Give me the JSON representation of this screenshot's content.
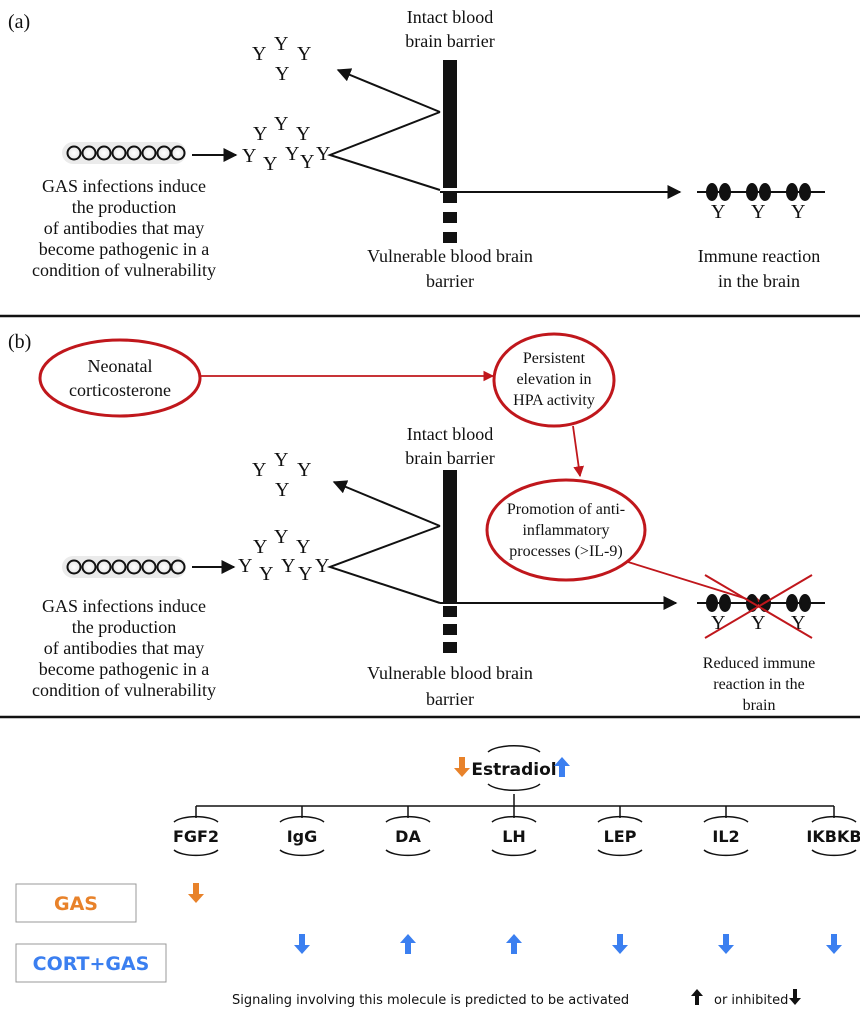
{
  "panel_a": {
    "label": "(a)",
    "barrier_top": [
      "Intact blood",
      "brain barrier"
    ],
    "barrier_bottom": [
      "Vulnerable blood brain",
      "barrier"
    ],
    "gas_text": [
      "GAS infections induce",
      "the production",
      "of antibodies that may",
      "become pathogenic in a",
      "condition of vulnerability"
    ],
    "immune_text": [
      "Immune reaction",
      "in the brain"
    ]
  },
  "panel_b": {
    "label": "(b)",
    "neonatal": [
      "Neonatal",
      "corticosterone"
    ],
    "persistent": [
      "Persistent",
      "elevation in",
      "HPA activity"
    ],
    "promotion": [
      "Promotion of anti-",
      "inflammatory",
      "processes (>IL-9)"
    ],
    "barrier_top": [
      "Intact blood",
      "brain barrier"
    ],
    "barrier_bottom": [
      "Vulnerable blood brain",
      "barrier"
    ],
    "gas_text": [
      "GAS infections induce",
      "the production",
      "of antibodies that may",
      "become pathogenic in a",
      "condition of vulnerability"
    ],
    "reduced_text": [
      "Reduced immune",
      "reaction in the",
      "brain"
    ]
  },
  "panel_c": {
    "root": "Estradiol",
    "root_left_arrow": "down",
    "root_right_arrow": "up",
    "molecules": [
      "FGF2",
      "IgG",
      "DA",
      "LH",
      "LEP",
      "IL2",
      "IKBKB"
    ],
    "rows": [
      {
        "label": "GAS",
        "color": "#e8822a",
        "values": [
          "down",
          null,
          null,
          null,
          null,
          null,
          null
        ]
      },
      {
        "label": "CORT+GAS",
        "color": "#3b7ff0",
        "values": [
          null,
          "down",
          "up",
          "up",
          "down",
          "down",
          "down"
        ]
      }
    ],
    "legend_text": "Signaling involving this molecule is predicted to be activated",
    "legend_or": "or inhibited"
  },
  "colors": {
    "gas_orange": "#e8822a",
    "cort_blue": "#3b7ff0",
    "red": "#c0171c",
    "black": "#111111"
  }
}
